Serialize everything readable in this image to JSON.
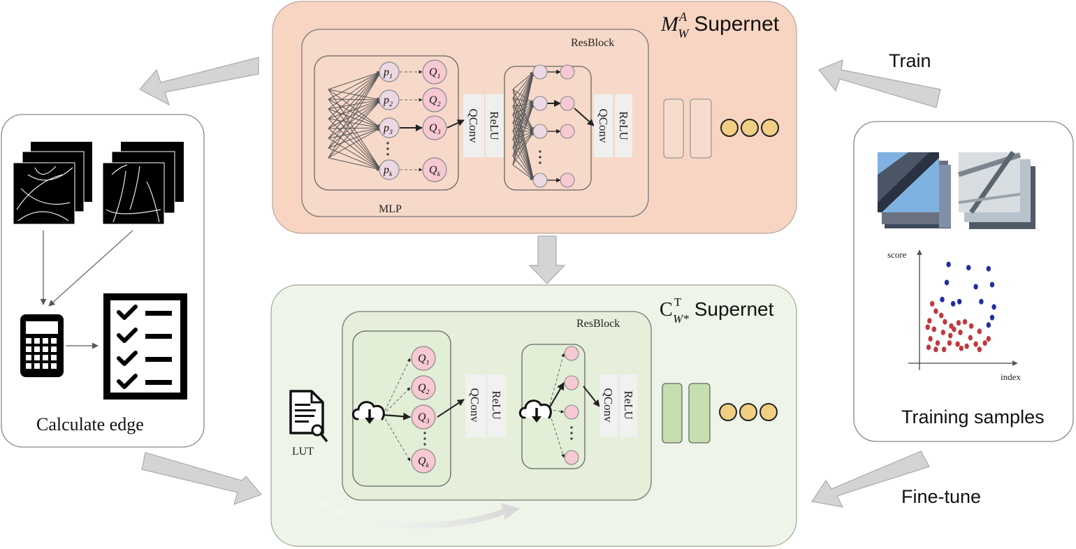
{
  "top_panel": {
    "title_symbol": "M",
    "title_sup": "A",
    "title_sub": "W",
    "title_text": "Supernet",
    "resblock_label": "ResBlock",
    "mlp_label": "MLP"
  },
  "bottom_panel": {
    "title_symbol": "C",
    "title_sup": "T",
    "title_sub": "W*",
    "title_text": "Supernet",
    "resblock_label": "ResBlock",
    "lut_label": "LUT"
  },
  "layers": {
    "qconv": "QConv",
    "relu": "ReLU"
  },
  "nodes": {
    "p_base": "p",
    "p_subs": [
      "1",
      "2",
      "3",
      "k"
    ],
    "q_base": "Q",
    "q_subs": [
      "1",
      "2",
      "3",
      "k"
    ]
  },
  "left_panel": {
    "label": "Calculate edge"
  },
  "right_panel": {
    "label": "Training samples",
    "chart_data": {
      "type": "scatter",
      "xlabel": "index",
      "ylabel": "score",
      "grid": false,
      "series": [
        {
          "color": "#1f2ea8",
          "points": [
            [
              3.2,
              9.3
            ],
            [
              5.4,
              9.0
            ],
            [
              7.6,
              8.9
            ],
            [
              3.0,
              7.6
            ],
            [
              6.2,
              7.2
            ],
            [
              8.0,
              7.4
            ],
            [
              2.5,
              6.0
            ],
            [
              4.4,
              5.8
            ],
            [
              6.8,
              5.8
            ],
            [
              8.2,
              5.3
            ],
            [
              8.0,
              4.3
            ],
            [
              7.6,
              3.6
            ],
            [
              3.7,
              5.6
            ]
          ]
        },
        {
          "color": "#c0393f",
          "points": [
            [
              1.4,
              5.6
            ],
            [
              1.8,
              4.9
            ],
            [
              2.4,
              4.5
            ],
            [
              1.1,
              4.0
            ],
            [
              2.8,
              3.9
            ],
            [
              3.5,
              3.5
            ],
            [
              4.3,
              3.8
            ],
            [
              5.0,
              3.9
            ],
            [
              5.7,
              3.5
            ],
            [
              1.6,
              3.2
            ],
            [
              2.6,
              2.9
            ],
            [
              3.4,
              2.6
            ],
            [
              4.5,
              2.9
            ],
            [
              5.6,
              2.4
            ],
            [
              6.6,
              3.0
            ],
            [
              1.2,
              2.3
            ],
            [
              2.0,
              1.9
            ],
            [
              3.3,
              1.9
            ],
            [
              4.2,
              1.8
            ],
            [
              5.2,
              1.6
            ],
            [
              6.2,
              1.8
            ],
            [
              7.2,
              1.9
            ],
            [
              1.0,
              1.5
            ],
            [
              1.8,
              1.3
            ],
            [
              2.7,
              1.3
            ],
            [
              4.6,
              1.4
            ],
            [
              6.6,
              1.3
            ],
            [
              7.6,
              2.3
            ],
            [
              3.8,
              3.2
            ],
            [
              0.9,
              3.4
            ]
          ]
        }
      ]
    }
  },
  "arrows": {
    "train": "Train",
    "finetune": "Fine-tune"
  },
  "colors": {
    "top_fill": "#f8d5c2",
    "bottom_fill": "#eef5e8",
    "p_node": "#ecd8e2",
    "q_node": "#f6c9d3",
    "ellipsis": "#f0cf85",
    "block_fill": "#e5efda",
    "bar_green": "#c5dfb0"
  }
}
